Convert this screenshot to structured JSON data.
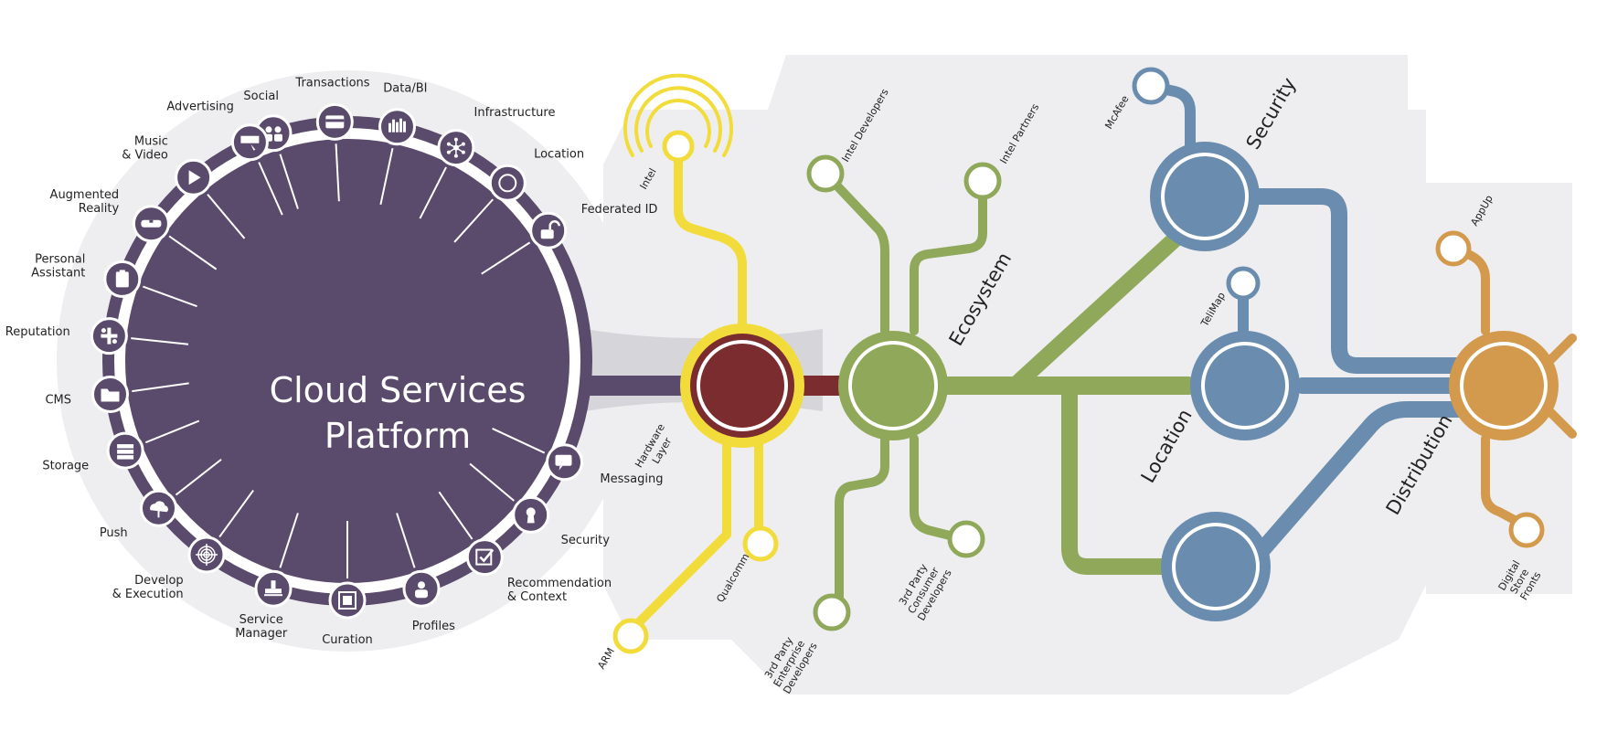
{
  "hub": {
    "title_line1": "Cloud Services",
    "title_line2": "Platform",
    "services": [
      {
        "label": "Social",
        "icon": "people-icon"
      },
      {
        "label": "Transactions",
        "icon": "card-icon"
      },
      {
        "label": "Data/BI",
        "icon": "bar-chart-icon"
      },
      {
        "label": "Infrastructure",
        "icon": "network-icon"
      },
      {
        "label": "Location",
        "icon": "compass-icon"
      },
      {
        "label": "Federated ID",
        "icon": "unlock-icon"
      },
      {
        "label": "Messaging",
        "icon": "chat-icon"
      },
      {
        "label": "Security",
        "icon": "keyhole-icon"
      },
      {
        "label": "Recommendation",
        "label2": "& Context",
        "icon": "checkbox-icon"
      },
      {
        "label": "Profiles",
        "icon": "person-icon"
      },
      {
        "label": "Curation",
        "icon": "frame-icon"
      },
      {
        "label": "Service",
        "label2": "Manager",
        "icon": "stamp-icon"
      },
      {
        "label": "Develop",
        "label2": "& Execution",
        "icon": "target-icon"
      },
      {
        "label": "Push",
        "icon": "cloud-upload-icon"
      },
      {
        "label": "Storage",
        "icon": "storage-icon"
      },
      {
        "label": "CMS",
        "icon": "folder-icon"
      },
      {
        "label": "Reputation",
        "icon": "plus-cross-icon"
      },
      {
        "label": "Personal",
        "label2": "Assistant",
        "icon": "clipboard-icon"
      },
      {
        "label": "Augmented",
        "label2": "Reality",
        "icon": "glasses-icon"
      },
      {
        "label": "Music",
        "label2": "& Video",
        "icon": "play-icon"
      },
      {
        "label": "Advertising",
        "icon": "billboard-icon"
      }
    ]
  },
  "hardware": {
    "label": "Hardware",
    "label2": "Layer",
    "branches": {
      "intel": "Intel",
      "qualcomm": "Qualcomm",
      "arm": "ARM"
    }
  },
  "ecosystem": {
    "label": "Ecosystem",
    "branches": {
      "intel_developers": "Intel Developers",
      "intel_partners": "Intel Partners",
      "enterprise": [
        "3rd Party",
        "Enterprise",
        "Developers"
      ],
      "consumer": [
        "3rd Party",
        "Consumer",
        "Developers"
      ]
    }
  },
  "security": {
    "label": "Security",
    "branch": "McAfee"
  },
  "location": {
    "label": "Location",
    "branch": "TeliMap"
  },
  "distribution": {
    "label": "Distribution",
    "branches": {
      "appup": "AppUp",
      "storefronts": [
        "Digital",
        "Store",
        "Fronts"
      ]
    }
  },
  "colors": {
    "purple": "#5a4a6b",
    "hardware_ring": "#f2dc3c",
    "hardware_core": "#7a2c2e",
    "ecosystem": "#8fa85a",
    "security_location": "#6a8cae",
    "distribution": "#d39a4e",
    "panel": "#eeeef0"
  }
}
